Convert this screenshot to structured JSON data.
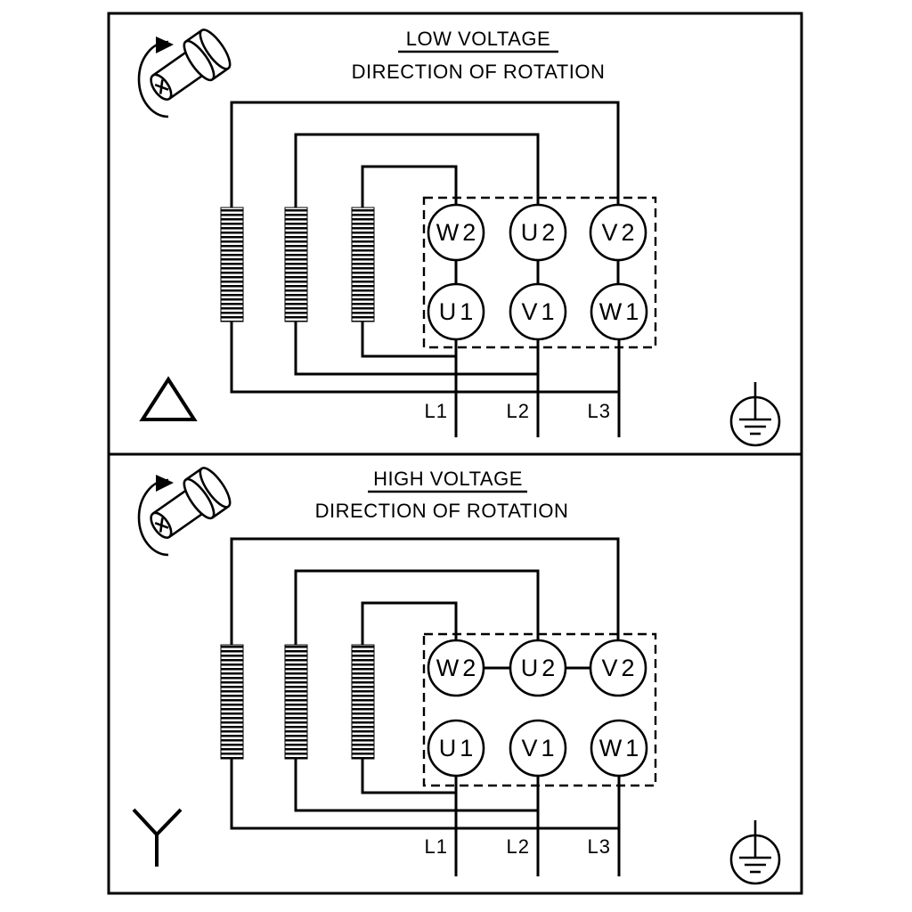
{
  "diagram": {
    "panels": [
      {
        "id": "low-voltage",
        "title": "LOW VOLTAGE",
        "subtitle": "DIRECTION OF ROTATION",
        "terminals_top": [
          "W2",
          "U2",
          "V2"
        ],
        "terminals_bottom": [
          "U1",
          "V1",
          "W1"
        ],
        "supply_lines": [
          "L1",
          "L2",
          "L3"
        ],
        "winding_connection": "delta"
      },
      {
        "id": "high-voltage",
        "title": "HIGH VOLTAGE",
        "subtitle": "DIRECTION OF ROTATION",
        "terminals_top": [
          "W2",
          "U2",
          "V2"
        ],
        "terminals_bottom": [
          "U1",
          "V1",
          "W1"
        ],
        "supply_lines": [
          "L1",
          "L2",
          "L3"
        ],
        "winding_connection": "star"
      }
    ],
    "icons": {
      "rotation": "shaft-rotation-icon",
      "low_connection": "delta-connection-icon",
      "high_connection": "star-connection-icon",
      "ground": "earth-ground-icon"
    },
    "colors": {
      "ink": "#000000",
      "background": "#ffffff"
    }
  }
}
